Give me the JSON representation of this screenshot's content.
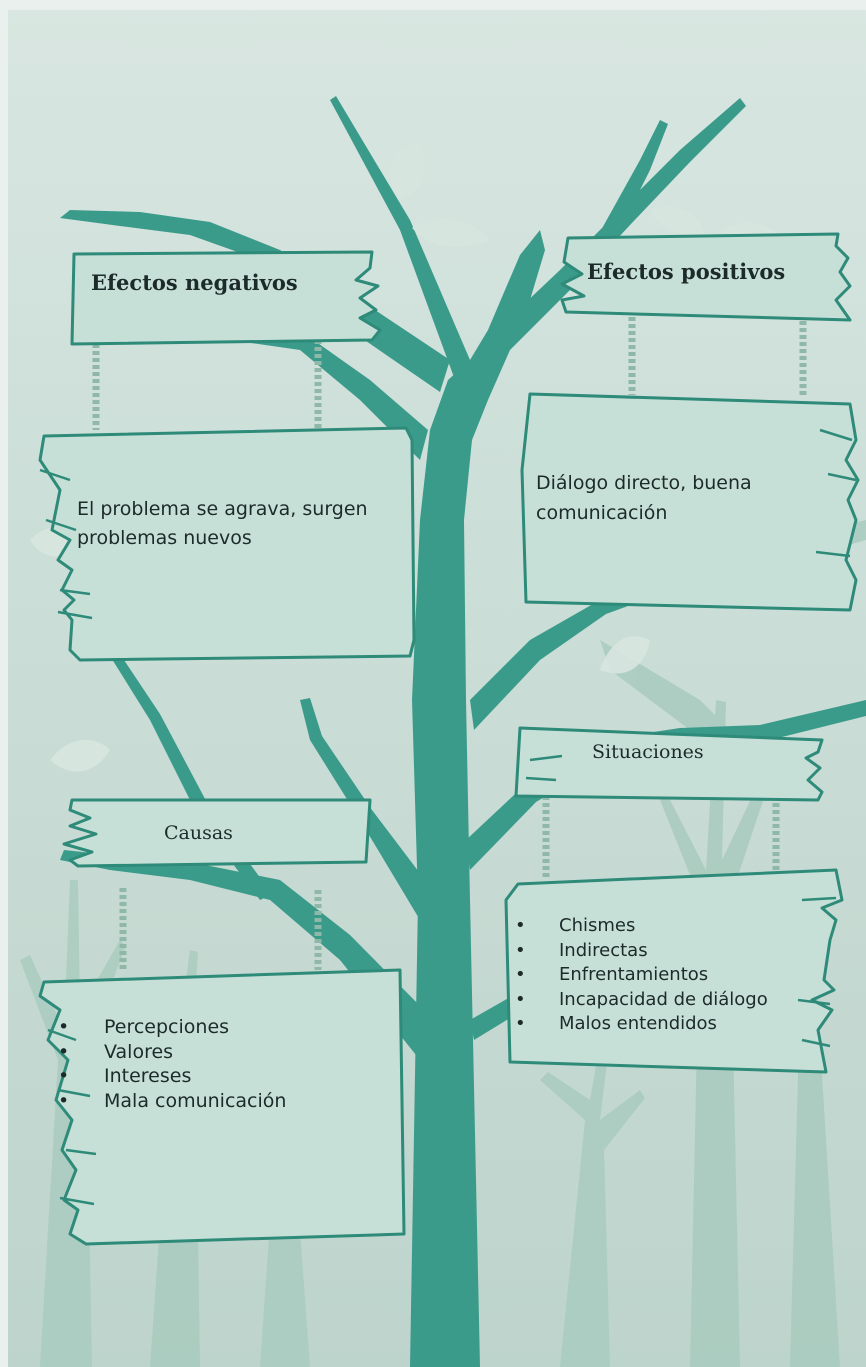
{
  "diagram": {
    "effects_negative": {
      "title": "Efectos negativos",
      "text": "El problema se agrava, surgen problemas nuevos"
    },
    "effects_positive": {
      "title": "Efectos positivos",
      "text": "Diálogo directo, buena comunicación"
    },
    "causes": {
      "title": "Causas",
      "items": [
        "Percepciones",
        "Valores",
        "Intereses",
        "Mala comunicación"
      ]
    },
    "situations": {
      "title": "Situaciones",
      "items": [
        "Chismes",
        "Indirectas",
        "Enfrentamientos",
        "Incapacidad de diálogo",
        "Malos entendidos"
      ]
    }
  },
  "colors": {
    "tree": "#3b9b8a",
    "tree_dark": "#2e8a79",
    "background_tree": "#9cc4b7",
    "board_fill": "#c7e0d7",
    "board_stroke": "#2e8a79",
    "rope": "#8fb8a8",
    "leaf": "#d8e6e0"
  },
  "bullet_glyph": "•"
}
